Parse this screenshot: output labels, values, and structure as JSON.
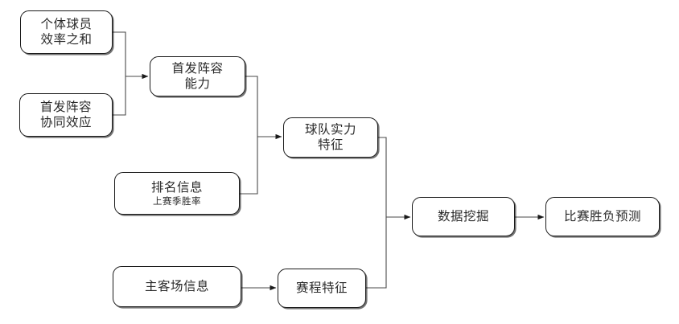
{
  "diagram": {
    "title": "",
    "stroke_color": "#1a1a1a",
    "line_color": "#4a4a4a",
    "text_color": "#2a2a2a",
    "background": "#ffffff",
    "nodes": [
      {
        "id": "n1",
        "label": "个体球员\n效率之和",
        "sub": ""
      },
      {
        "id": "n2",
        "label": "首发阵容\n协同效应",
        "sub": ""
      },
      {
        "id": "n3",
        "label": "首发阵容\n能力",
        "sub": ""
      },
      {
        "id": "n4",
        "label": "排名信息",
        "sub": "上赛季胜率"
      },
      {
        "id": "n5",
        "label": "球队实力\n特征",
        "sub": ""
      },
      {
        "id": "n6",
        "label": "主客场信息",
        "sub": ""
      },
      {
        "id": "n7",
        "label": "赛程特征",
        "sub": ""
      },
      {
        "id": "n8",
        "label": "数据挖掘",
        "sub": ""
      },
      {
        "id": "n9",
        "label": "比赛胜负预测",
        "sub": ""
      }
    ],
    "edges": [
      {
        "from": "个体球员效率之和",
        "to": "首发阵容能力"
      },
      {
        "from": "首发阵容协同效应",
        "to": "首发阵容能力"
      },
      {
        "from": "首发阵容能力",
        "to": "球队实力特征"
      },
      {
        "from": "排名信息",
        "to": "球队实力特征"
      },
      {
        "from": "球队实力特征",
        "to": "数据挖掘"
      },
      {
        "from": "主客场信息",
        "to": "赛程特征"
      },
      {
        "from": "赛程特征",
        "to": "数据挖掘"
      },
      {
        "from": "数据挖掘",
        "to": "比赛胜负预测"
      }
    ]
  }
}
